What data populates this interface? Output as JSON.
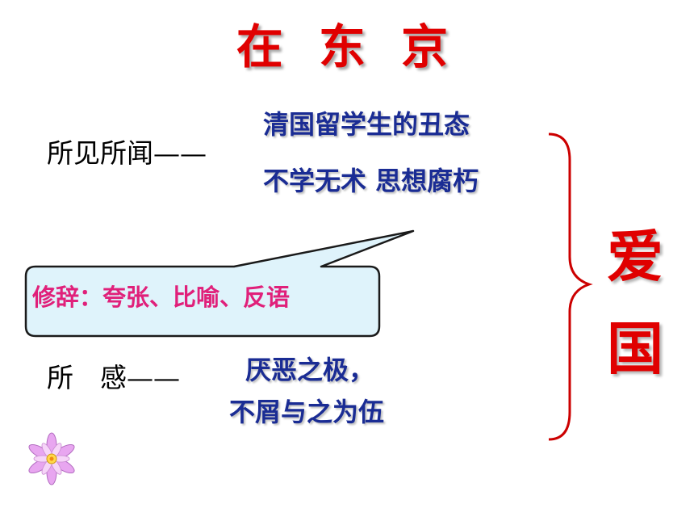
{
  "title": "在 东 京",
  "seen_heard": {
    "label": "所见所闻——",
    "items": [
      "清国留学生的丑态",
      "不学无术 思想腐朽"
    ]
  },
  "rhetoric_callout": {
    "text": "修辞：夸张、比喻、反语"
  },
  "feeling": {
    "label": "所　感——",
    "lines": [
      "厌恶之极，",
      "不屑与之为伍"
    ]
  },
  "conclusion": {
    "chars": [
      "爱",
      "国"
    ]
  },
  "colors": {
    "title": "#e00000",
    "body_blue": "#1a2c94",
    "callout_text": "#e0207a",
    "callout_fill": "#dff3fb",
    "brace": "#cc0000"
  },
  "icons": {
    "decoration": "lotus-flower-icon"
  }
}
